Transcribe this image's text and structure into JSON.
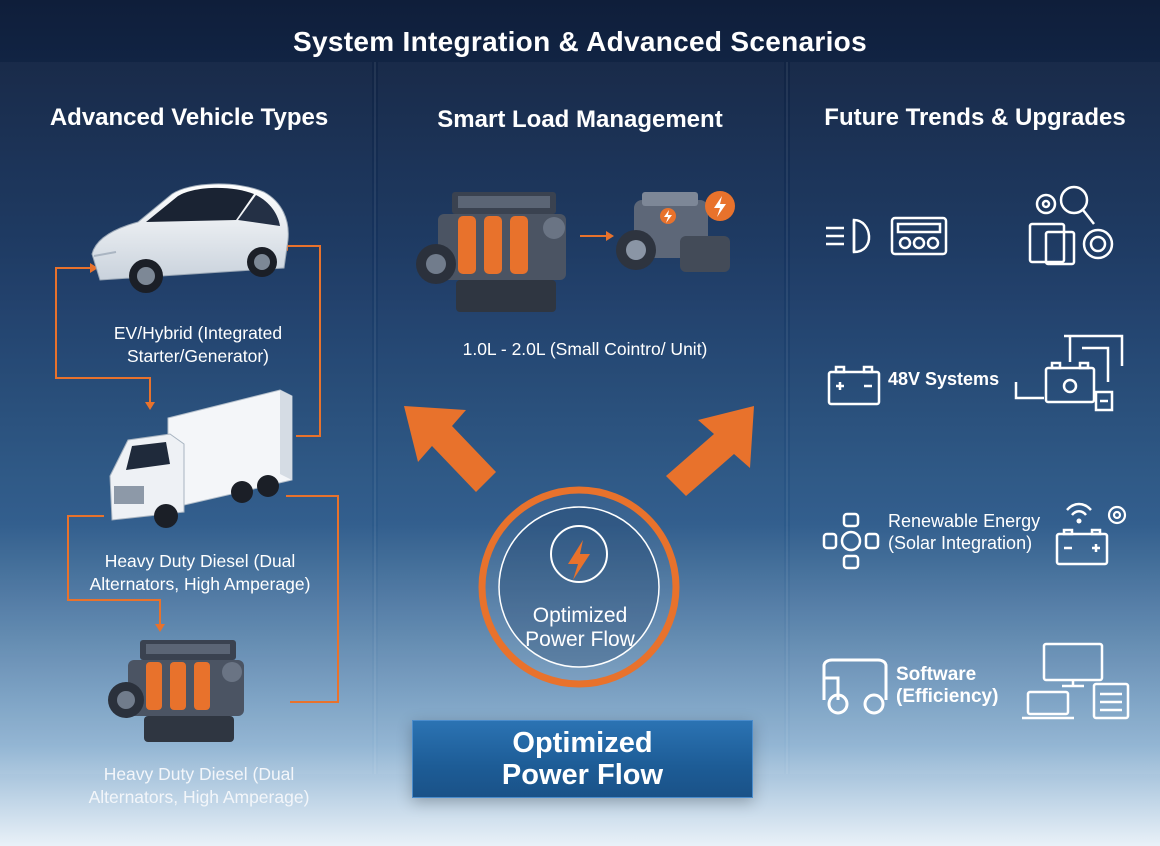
{
  "title": "System Integration & Advanced Scenarios",
  "columns": {
    "left": {
      "heading": "Advanced Vehicle Types",
      "items": [
        {
          "icon": "sports-car-icon",
          "caption_line1": "EV/Hybrid (Integrated",
          "caption_line2": "Starter/Generator)"
        },
        {
          "icon": "box-truck-icon",
          "caption_line1": "Heavy Duty Diesel (Dual",
          "caption_line2": "Alternators, High Amperage)"
        },
        {
          "icon": "engine-icon",
          "caption_line1": "Heavy Duty Diesel (Dual",
          "caption_line2": "Alternators, High Amperage)"
        }
      ]
    },
    "center": {
      "heading": "Smart Load Management",
      "caption": "1.0L - 2.0L (Small Cointro/ Unit)",
      "circle_line1": "Optimized",
      "circle_line2": "Power Flow",
      "banner_line1": "Optimized",
      "banner_line2": "Power Flow"
    },
    "right": {
      "heading": "Future Trends & Upgrades",
      "items": [
        {
          "label_line1": "",
          "label_line2": ""
        },
        {
          "label_line1": "48V Systems",
          "label_line2": ""
        },
        {
          "label_line1": "Renewable Energy",
          "label_line2": "(Solar Integration)"
        },
        {
          "label_line1": "Software",
          "label_line2": "(Efficiency)"
        }
      ]
    }
  },
  "colors": {
    "accent": "#e8722c",
    "background_top": "#0f1e3a",
    "background_bottom": "#e9f1f8",
    "banner": "#1d5c96"
  }
}
